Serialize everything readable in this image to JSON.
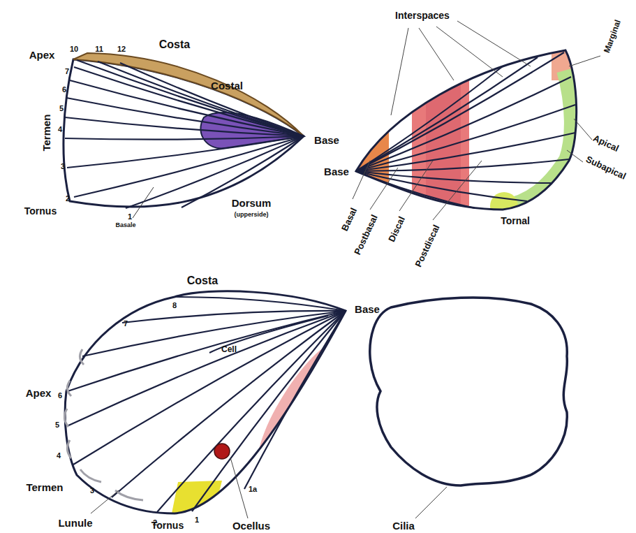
{
  "diagram": {
    "labels": [
      "Apex",
      "10",
      "11",
      "12",
      "Costa",
      "Costal",
      "7",
      "6",
      "5",
      "4",
      "3",
      "2",
      "1",
      "Termen",
      "Tornus",
      "Base",
      "Dorsum",
      "(upperside)",
      "Basale",
      "Interspaces",
      "Marginal",
      "Apical",
      "Subapical",
      "Base",
      "Basal",
      "Postbasal",
      "Discal",
      "Postdiscal",
      "Tornal",
      "Costa",
      "8",
      "7",
      "Base",
      "Apex",
      "6",
      "5",
      "4",
      "Cell",
      "Termen",
      "3",
      "2",
      "1",
      "1a",
      "Lunule",
      "Tornus",
      "Ocellus",
      "Cilia"
    ]
  }
}
